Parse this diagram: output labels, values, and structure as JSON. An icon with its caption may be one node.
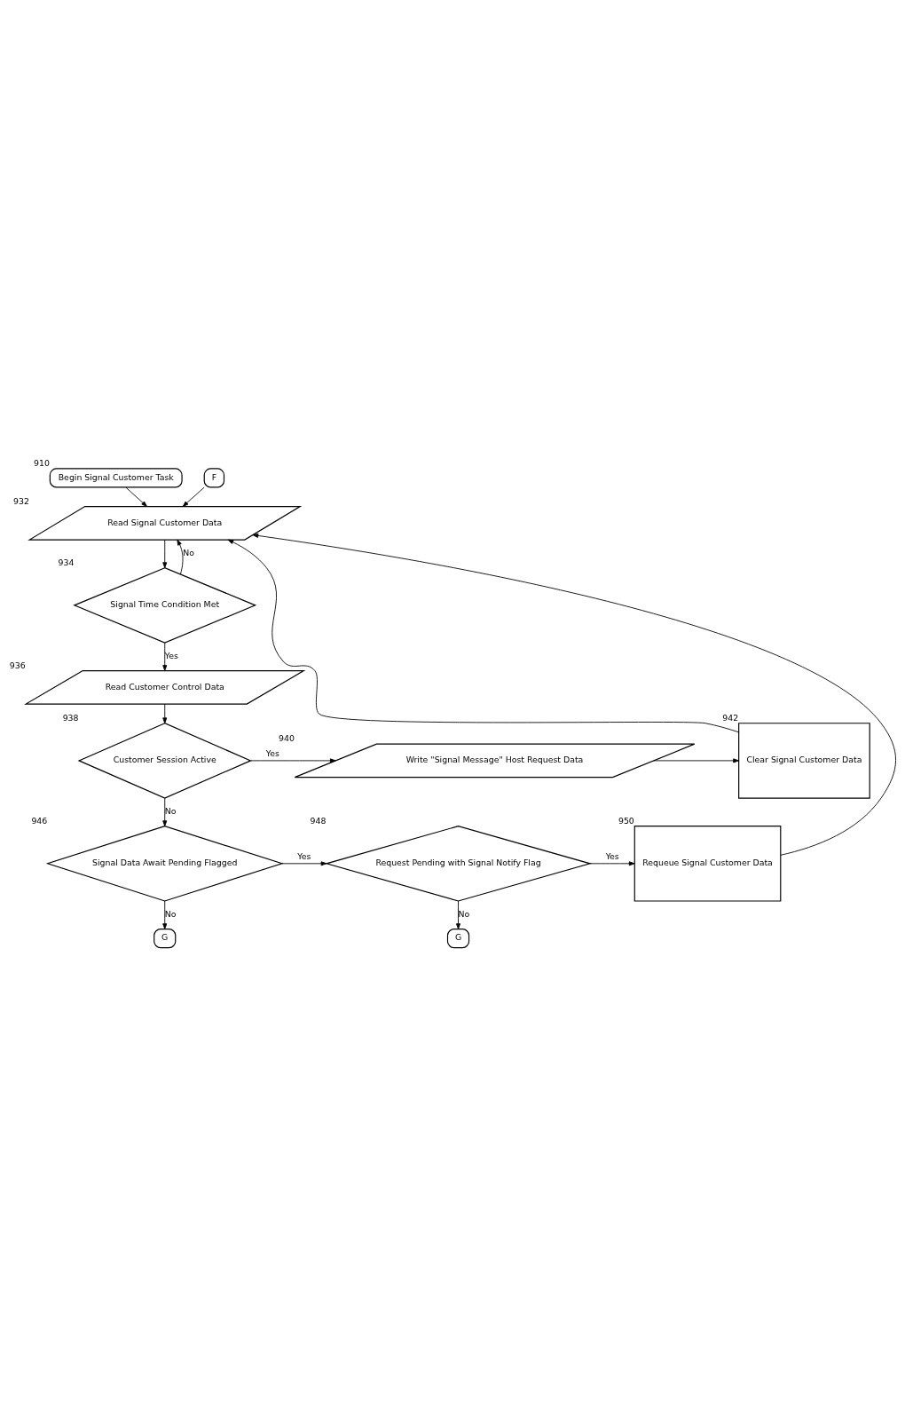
{
  "diagram": {
    "nodes": [
      {
        "text": [
          "Begin Signal Customer Task"
        ],
        "beside": [
          "910"
        ]
      },
      {
        "text": [
          "F"
        ]
      },
      {
        "text": [
          "Read Signal Customer Data"
        ],
        "beside": [
          "932"
        ]
      },
      {
        "text": [
          "Signal Time Condition Met"
        ],
        "beside": [
          "934"
        ]
      },
      {
        "text": [
          "Read Customer Control Data"
        ],
        "beside": [
          "936"
        ]
      },
      {
        "text": [
          "Customer Session Active"
        ],
        "beside": [
          "938"
        ]
      },
      {
        "text": [
          "Write \"Signal Message\" Host Request Data"
        ],
        "beside": [
          "940"
        ]
      },
      {
        "text": [
          "Clear Signal Customer Data"
        ],
        "beside": [
          "942"
        ]
      },
      {
        "text": [
          "Signal Data Await Pending Flagged"
        ],
        "beside": [
          "946"
        ]
      },
      {
        "text": [
          "Request Pending with Signal Notify Flag"
        ],
        "beside": [
          "948"
        ]
      },
      {
        "text": [
          "Requeue Signal Customer Data"
        ],
        "beside": [
          "950"
        ]
      },
      {
        "text": [
          "G"
        ]
      },
      {
        "text": [
          "G"
        ]
      }
    ],
    "edges": [
      {
        "from": 0,
        "to": 2,
        "arrow": "to"
      },
      {
        "from": 1,
        "to": 2,
        "arrow": "to"
      },
      {
        "from": 2,
        "to": 3,
        "arrow": "to"
      },
      {
        "from": 3,
        "to": 2,
        "arrow": "to",
        "label": "No"
      },
      {
        "from": 3,
        "to": 4,
        "arrow": "to",
        "label": "Yes"
      },
      {
        "from": 4,
        "to": 5,
        "arrow": "to"
      },
      {
        "from": 5,
        "to": 6,
        "arrow": "to",
        "label": "Yes"
      },
      {
        "from": 6,
        "to": 7,
        "arrow": "to"
      },
      {
        "from": 7,
        "to": 2,
        "arrow": "to"
      },
      {
        "from": 5,
        "to": 8,
        "arrow": "to",
        "label": "No"
      },
      {
        "from": 8,
        "to": 9,
        "arrow": "to",
        "label": "Yes"
      },
      {
        "from": 9,
        "to": 10,
        "arrow": "to",
        "label": "Yes"
      },
      {
        "from": 10,
        "to": 2,
        "arrow": "to"
      },
      {
        "from": 8,
        "to": 11,
        "arrow": "to",
        "label": "No"
      },
      {
        "from": 9,
        "to": 12,
        "arrow": "to",
        "label": "No"
      }
    ]
  }
}
